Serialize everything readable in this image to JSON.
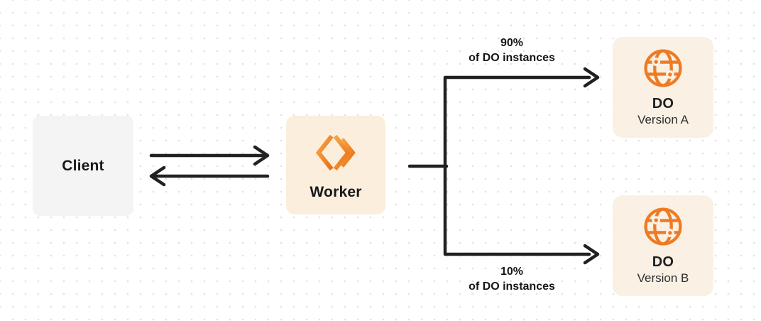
{
  "diagram": {
    "nodes": {
      "client": {
        "label": "Client"
      },
      "worker": {
        "label": "Worker",
        "icon": "cloudflare-workers-icon"
      },
      "do_version_a": {
        "title": "DO",
        "subtitle": "Version A",
        "icon": "durable-object-globe-icon"
      },
      "do_version_b": {
        "title": "DO",
        "subtitle": "Version B",
        "icon": "durable-object-globe-icon"
      }
    },
    "edges": {
      "client_to_worker": {
        "style": "arrow-right"
      },
      "worker_to_client": {
        "style": "arrow-left"
      },
      "to_do_a": {
        "label_line1": "90%",
        "label_line2": "of DO instances"
      },
      "to_do_b": {
        "label_line1": "10%",
        "label_line2": "of DO instances"
      }
    },
    "colors": {
      "orange_icon": "#ee7b23",
      "worker_icon_gradient_start": "#f9a544",
      "worker_icon_gradient_end": "#e96f13",
      "cream_panel": "#fbeedd",
      "do_panel": "#faf0e3",
      "gray_panel": "#f4f4f5",
      "connector_line": "#212121",
      "text_dark": "#18181b",
      "dot_grid": "#e3e3e3",
      "background": "#ffffff"
    }
  }
}
